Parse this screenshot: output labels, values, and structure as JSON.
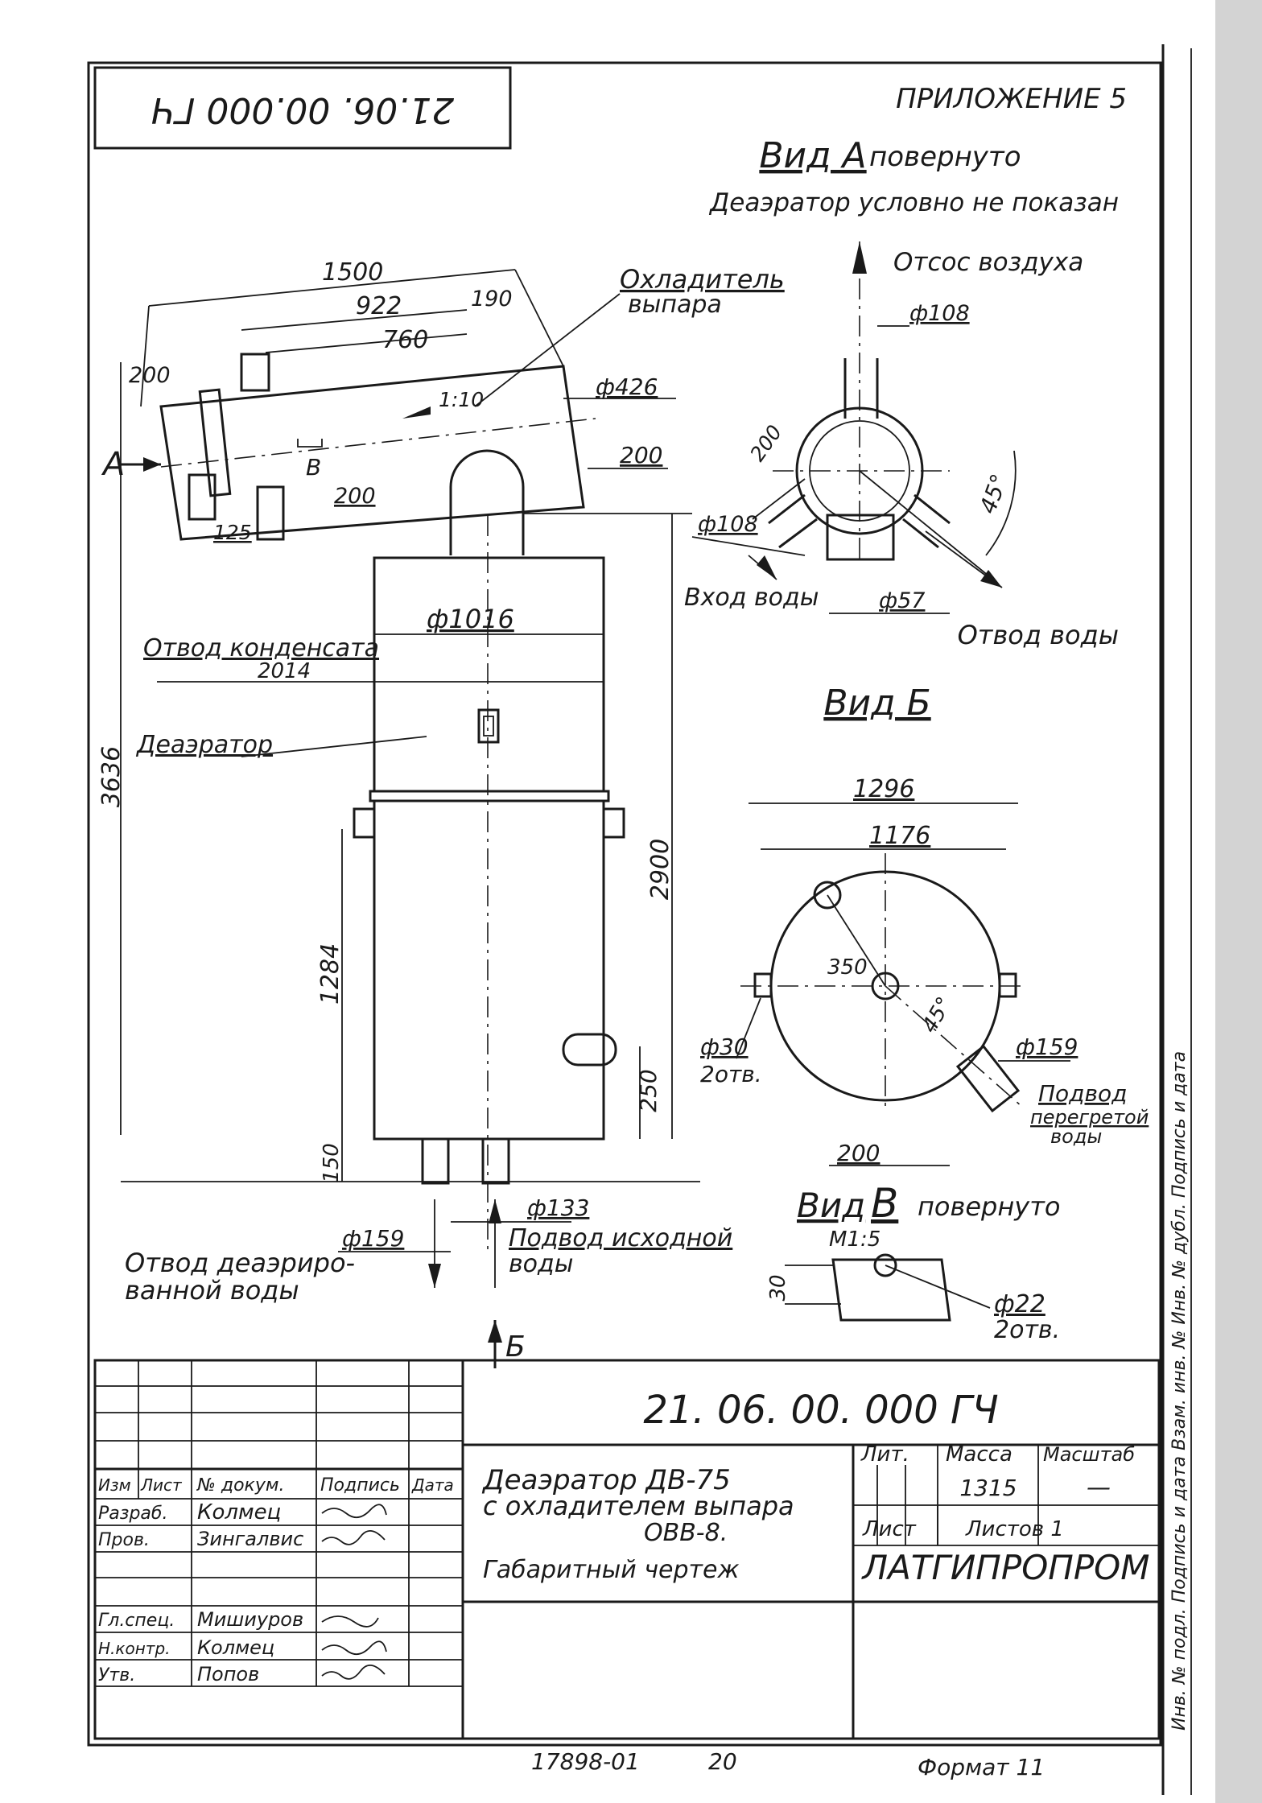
{
  "colors": {
    "ink": "#1a1a1a",
    "paper": "#ffffff",
    "edge": "#d3d3d3"
  },
  "header": {
    "mirrored_code": "21.06. 00.000 ГЧ",
    "appendix": "ПРИЛОЖЕНИЕ 5"
  },
  "view_a": {
    "title": "Вид А",
    "suffix": "повернуто",
    "note": "Деаэратор условно не показан",
    "air_label": "Отсос воздуха",
    "d108_top": "ф108",
    "d108_left": "ф108",
    "d57": "ф57",
    "dim_200": "200",
    "angle": "45°",
    "water_in": "Вход воды",
    "water_out": "Отвод воды"
  },
  "main_view": {
    "letter_a": "А",
    "cooler_label_1": "Охладитель",
    "cooler_label_2": "выпара",
    "dim_1500": "1500",
    "dim_922": "922",
    "dim_190": "190",
    "dim_760": "760",
    "dim_200_left": "200",
    "slope": "1:10",
    "d426": "ф426",
    "dim_200_right": "200",
    "letter_v": "В",
    "dim_200_low": "200",
    "dim_125": "125",
    "d1016": "ф1016",
    "condensate_label": "Отвод конденсата",
    "dim_2014": "2014",
    "deaerator_label": "Деаэратор",
    "dim_3636": "3636",
    "dim_2900": "2900",
    "dim_1284": "1284",
    "dim_250": "250",
    "dim_150": "150",
    "d133": "ф133",
    "d159": "ф159",
    "outlet_label_1": "Отвод деаэриро-",
    "outlet_label_2": "ванной воды",
    "supply_label_1": "Подвод исходной",
    "supply_label_2": "воды",
    "letter_b": "Б"
  },
  "view_b": {
    "title": "Вид Б",
    "dim_1296": "1296",
    "dim_1176": "1176",
    "dim_350": "350",
    "angle": "45°",
    "d30": "ф30",
    "holes": "2отв.",
    "d159": "ф159",
    "dim_200": "200",
    "superheated_1": "Подвод",
    "superheated_2": "перегретой",
    "superheated_3": "воды"
  },
  "view_v": {
    "title_main": "Вид",
    "title_letter": "В",
    "suffix": "повернуто",
    "scale": "М1:5",
    "dim_30": "30",
    "d22": "ф22",
    "holes": "2отв."
  },
  "title_block": {
    "designation": "21. 06. 00. 000 ГЧ",
    "name_line_1": "Деаэратор ДВ-75",
    "name_line_2": "с охладителем выпара",
    "name_line_3": "ОВВ-8.",
    "name_line_4": "Габаритный чертеж",
    "col_izm": "Изм",
    "col_list": "Лист",
    "col_doc": "№ докум.",
    "col_sign": "Подпись",
    "col_date": "Дата",
    "role_razrab": "Разраб.",
    "name_razrab": "Колмец",
    "role_prov": "Пров.",
    "name_prov": "Зингалвис",
    "role_glspec": "Гл.спец.",
    "name_glspec": "Мишиуров",
    "role_nkontr": "Н.контр.",
    "name_nkontr": "Колмец",
    "role_utv": "Утв.",
    "name_utv": "Попов",
    "lit_label": "Лит.",
    "mass_label": "Масса",
    "scale_label": "Масштаб",
    "mass_value": "1315",
    "scale_value": "—",
    "sheet_label": "Лист",
    "sheets_label": "Листов 1",
    "org": "ЛАТГИПРОПРОМ"
  },
  "footer": {
    "doc_number": "17898-01",
    "page": "20",
    "format": "Формат 11"
  },
  "side_stamp": {
    "text": "Инв. № подл.   Подпись и дата   Взам. инв. №   Инв. № дубл.   Подпись и дата"
  }
}
